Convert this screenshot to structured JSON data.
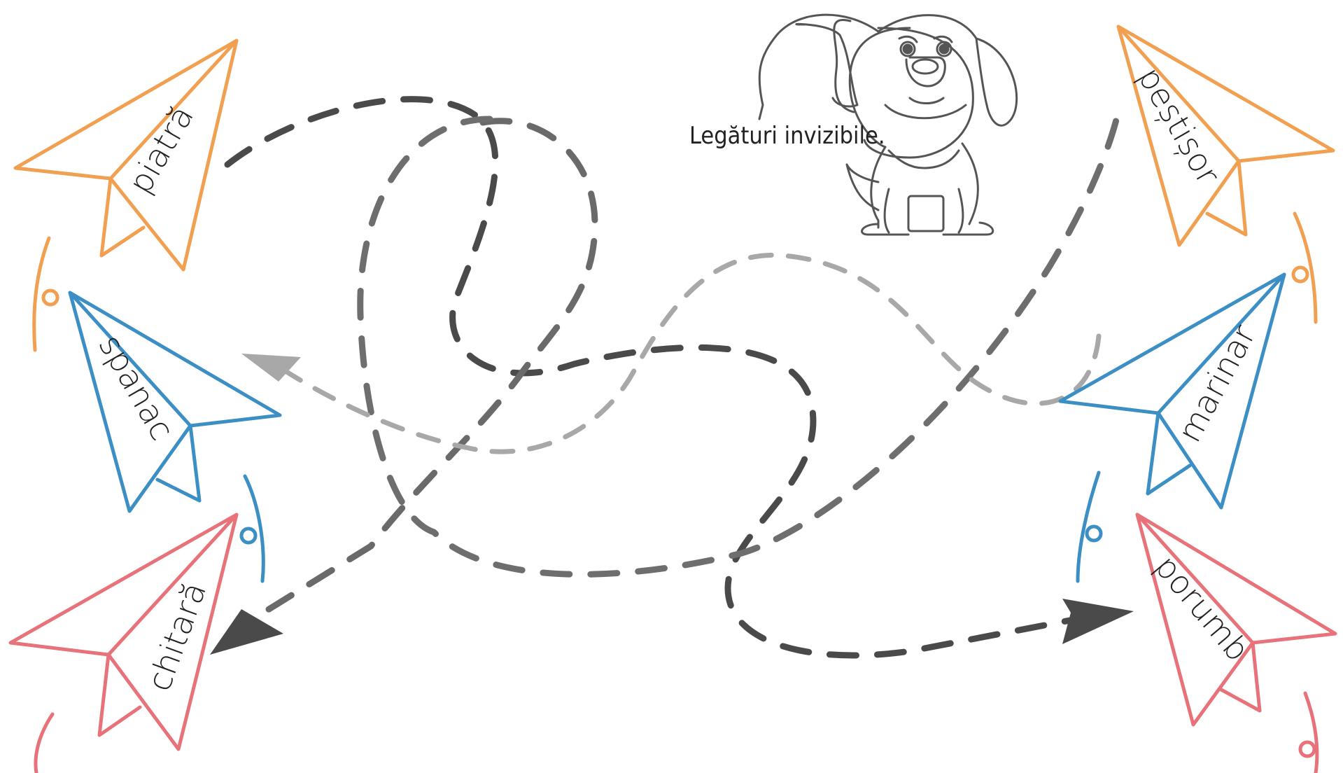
{
  "caption": "Legături invizibile.",
  "colors": {
    "orange": "#f0a050",
    "blue": "#3c8fc4",
    "red": "#e8727a",
    "dark_path": "#4a4a4a",
    "mid_path": "#707070",
    "light_path": "#a8a8a8",
    "dog_line": "#555555"
  },
  "planes": {
    "left": [
      "piatră",
      "spanac",
      "chitară"
    ],
    "right": [
      "peștișor",
      "marinar",
      "porumb"
    ]
  },
  "icons": [
    "dog-icon",
    "paper-plane-icon",
    "arrow-head-icon"
  ]
}
